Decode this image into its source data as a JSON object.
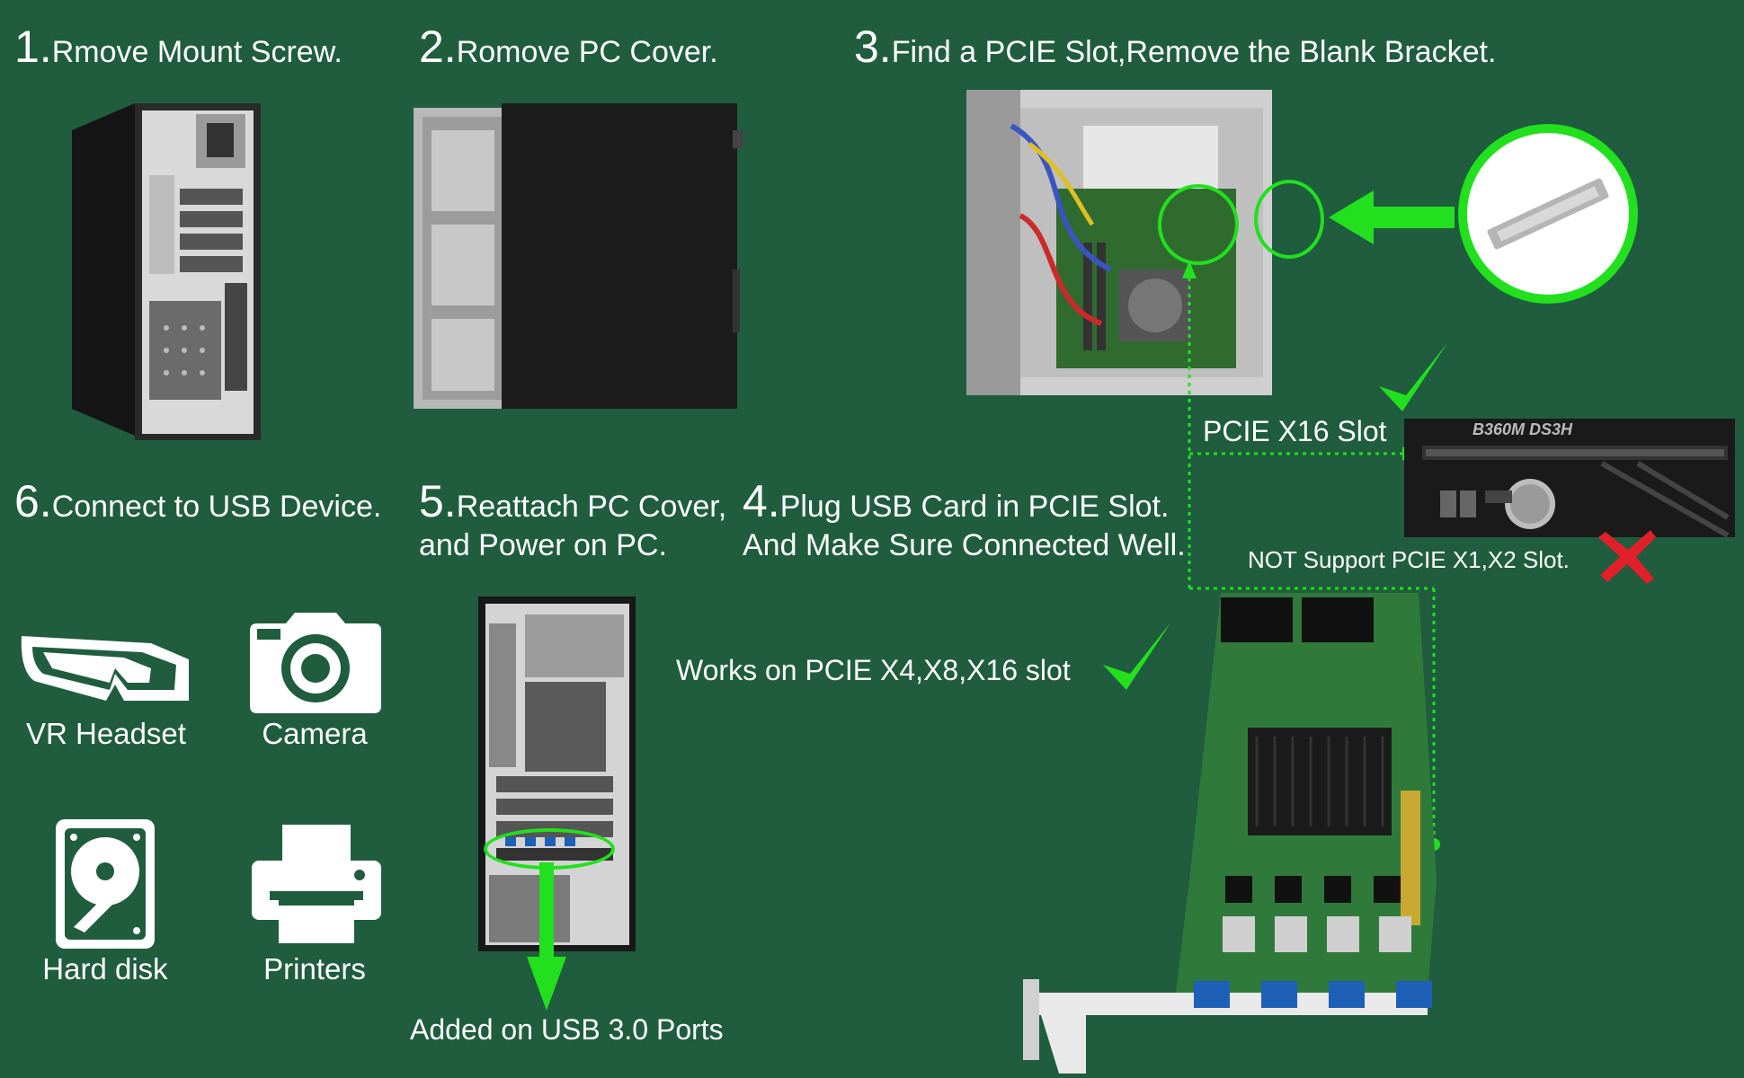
{
  "steps": [
    {
      "num": "1.",
      "text": "Rmove Mount Screw."
    },
    {
      "num": "2.",
      "text": "Romove PC Cover."
    },
    {
      "num": "3.",
      "text": "Find a PCIE Slot,Remove the Blank Bracket."
    },
    {
      "num": "4.",
      "text": "Plug USB Card in PCIE Slot.",
      "text2": "And Make Sure Connected Well."
    },
    {
      "num": "5.",
      "text": "Reattach PC Cover,",
      "text2": "and Power on PC."
    },
    {
      "num": "6.",
      "text": "Connect to USB Device."
    }
  ],
  "labels": {
    "pcie_x16": "PCIE X16 Slot",
    "not_support": "NOT Support PCIE X1,X2 Slot.",
    "works_on": "Works on PCIE X4,X8,X16 slot",
    "added_ports": "Added on USB 3.0 Ports",
    "motherboard_model": "B360M DS3H"
  },
  "devices": [
    {
      "label": "VR Headset",
      "icon": "vr-headset-icon"
    },
    {
      "label": "Camera",
      "icon": "camera-icon"
    },
    {
      "label": "Hard disk",
      "icon": "hard-disk-icon"
    },
    {
      "label": "Printers",
      "icon": "printer-icon"
    }
  ],
  "colors": {
    "background": "#1f5d3e",
    "accent_green": "#22e01e",
    "cross_red": "#e0202a",
    "text": "#ffffff"
  }
}
